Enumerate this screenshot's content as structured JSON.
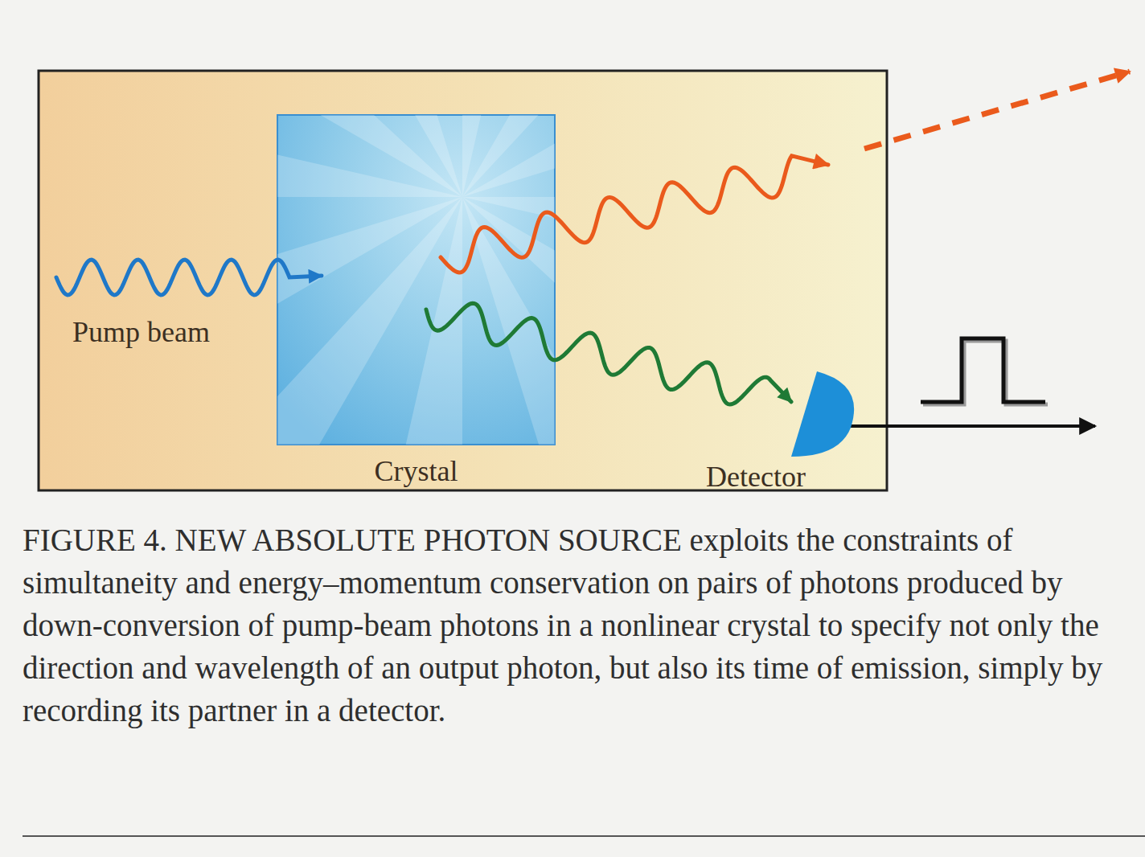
{
  "diagram": {
    "caption": "FIGURE 4. NEW ABSOLUTE PHOTON SOURCE exploits the constraints of simultaneity and energy–momentum conservation on pairs of photons produced by down-conversion of pump-beam photons in a nonlinear crystal to specify not only the direction and wavelength of an output photon, but also its time of emission, simply by recording its partner in a detector.",
    "nodes": [
      {
        "text": [
          "Crystal"
        ]
      },
      {
        "text": [
          "Detector"
        ]
      }
    ],
    "edges": [
      {
        "from": 0,
        "to": 1,
        "arrow": "to"
      }
    ],
    "labels": [
      "Pump beam"
    ]
  }
}
